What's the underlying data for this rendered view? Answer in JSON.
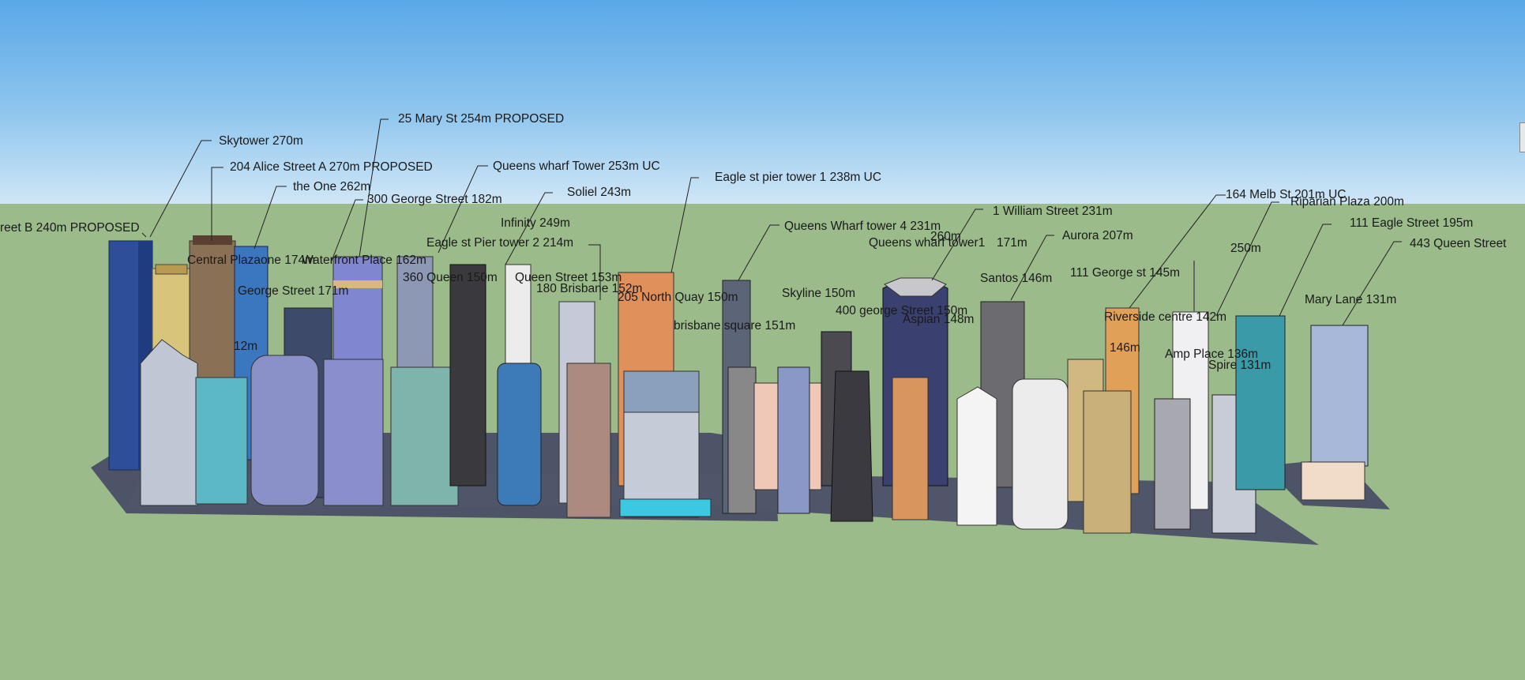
{
  "colors": {
    "sky_top": "#5aa8e8",
    "sky_bottom": "#cfe6f6",
    "ground": "#9bbb8a",
    "base_plate": "#4e5468"
  },
  "labels": [
    {
      "id": "l1",
      "text": "reet B 240m PROPOSED"
    },
    {
      "id": "l2",
      "text": "Skytower 270m"
    },
    {
      "id": "l3",
      "text": "204 Alice Street A 270m PROPOSED"
    },
    {
      "id": "l4",
      "text": "the One 262m"
    },
    {
      "id": "l5",
      "text": "25 Mary St 254m PROPOSED"
    },
    {
      "id": "l6",
      "text": "300 George Street 182m"
    },
    {
      "id": "l7",
      "text": "Queens wharf Tower 253m UC"
    },
    {
      "id": "l8",
      "text": "Infinity 249m"
    },
    {
      "id": "l9",
      "text": "Soliel 243m"
    },
    {
      "id": "l10",
      "text": "Eagle st Pier tower 2 214m"
    },
    {
      "id": "l11",
      "text": "Eagle st pier tower 1 238m UC"
    },
    {
      "id": "l12",
      "text": "Queens Wharf tower 4 231m"
    },
    {
      "id": "l13",
      "text": "1 William Street 231m"
    },
    {
      "id": "l14",
      "text": "Queens wharf tower1"
    },
    {
      "id": "l15",
      "text": "260m"
    },
    {
      "id": "l16",
      "text": "171m"
    },
    {
      "id": "l17",
      "text": "Aurora 207m"
    },
    {
      "id": "l18",
      "text": "164 Melb St 201m UC"
    },
    {
      "id": "l19",
      "text": "Riparian Plaza 200m"
    },
    {
      "id": "l20",
      "text": "111 Eagle Street 195m"
    },
    {
      "id": "l21",
      "text": "443 Queen Street"
    },
    {
      "id": "l22",
      "text": "Central Plazaone 174m"
    },
    {
      "id": "l23",
      "text": "Waterfront Place 162m"
    },
    {
      "id": "l24",
      "text": "George Street 171m"
    },
    {
      "id": "l25",
      "text": "360 Queen 150m"
    },
    {
      "id": "l26",
      "text": "Queen Street 153m"
    },
    {
      "id": "l27",
      "text": "180 Brisbane 152m"
    },
    {
      "id": "l28",
      "text": "205 North Quay 150m"
    },
    {
      "id": "l29",
      "text": "brisbane square 151m"
    },
    {
      "id": "l30",
      "text": "Skyline 150m"
    },
    {
      "id": "l31",
      "text": "400 george Street 150m"
    },
    {
      "id": "l32",
      "text": "Aspian 148m"
    },
    {
      "id": "l33",
      "text": "Santos 146m"
    },
    {
      "id": "l34",
      "text": "111 George st 145m"
    },
    {
      "id": "l35",
      "text": "250m"
    },
    {
      "id": "l36",
      "text": "Mary Lane 131m"
    },
    {
      "id": "l37",
      "text": "Riverside centre 142m"
    },
    {
      "id": "l38",
      "text": "146m"
    },
    {
      "id": "l39",
      "text": "Amp Place 136m"
    },
    {
      "id": "l40",
      "text": "Spire 131m"
    },
    {
      "id": "l41",
      "text": "12m"
    }
  ]
}
